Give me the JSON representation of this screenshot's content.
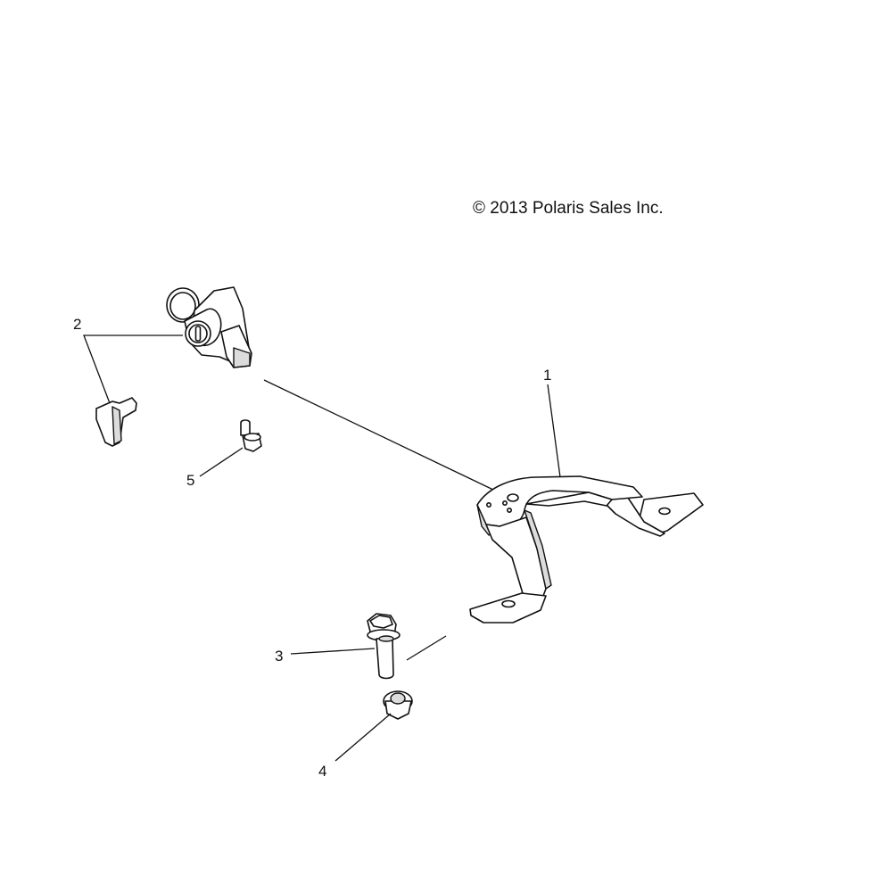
{
  "copyright": "© 2013 Polaris Sales Inc.",
  "callouts": {
    "c1": "1",
    "c2": "2",
    "c3": "3",
    "c4": "4",
    "c5": "5"
  }
}
